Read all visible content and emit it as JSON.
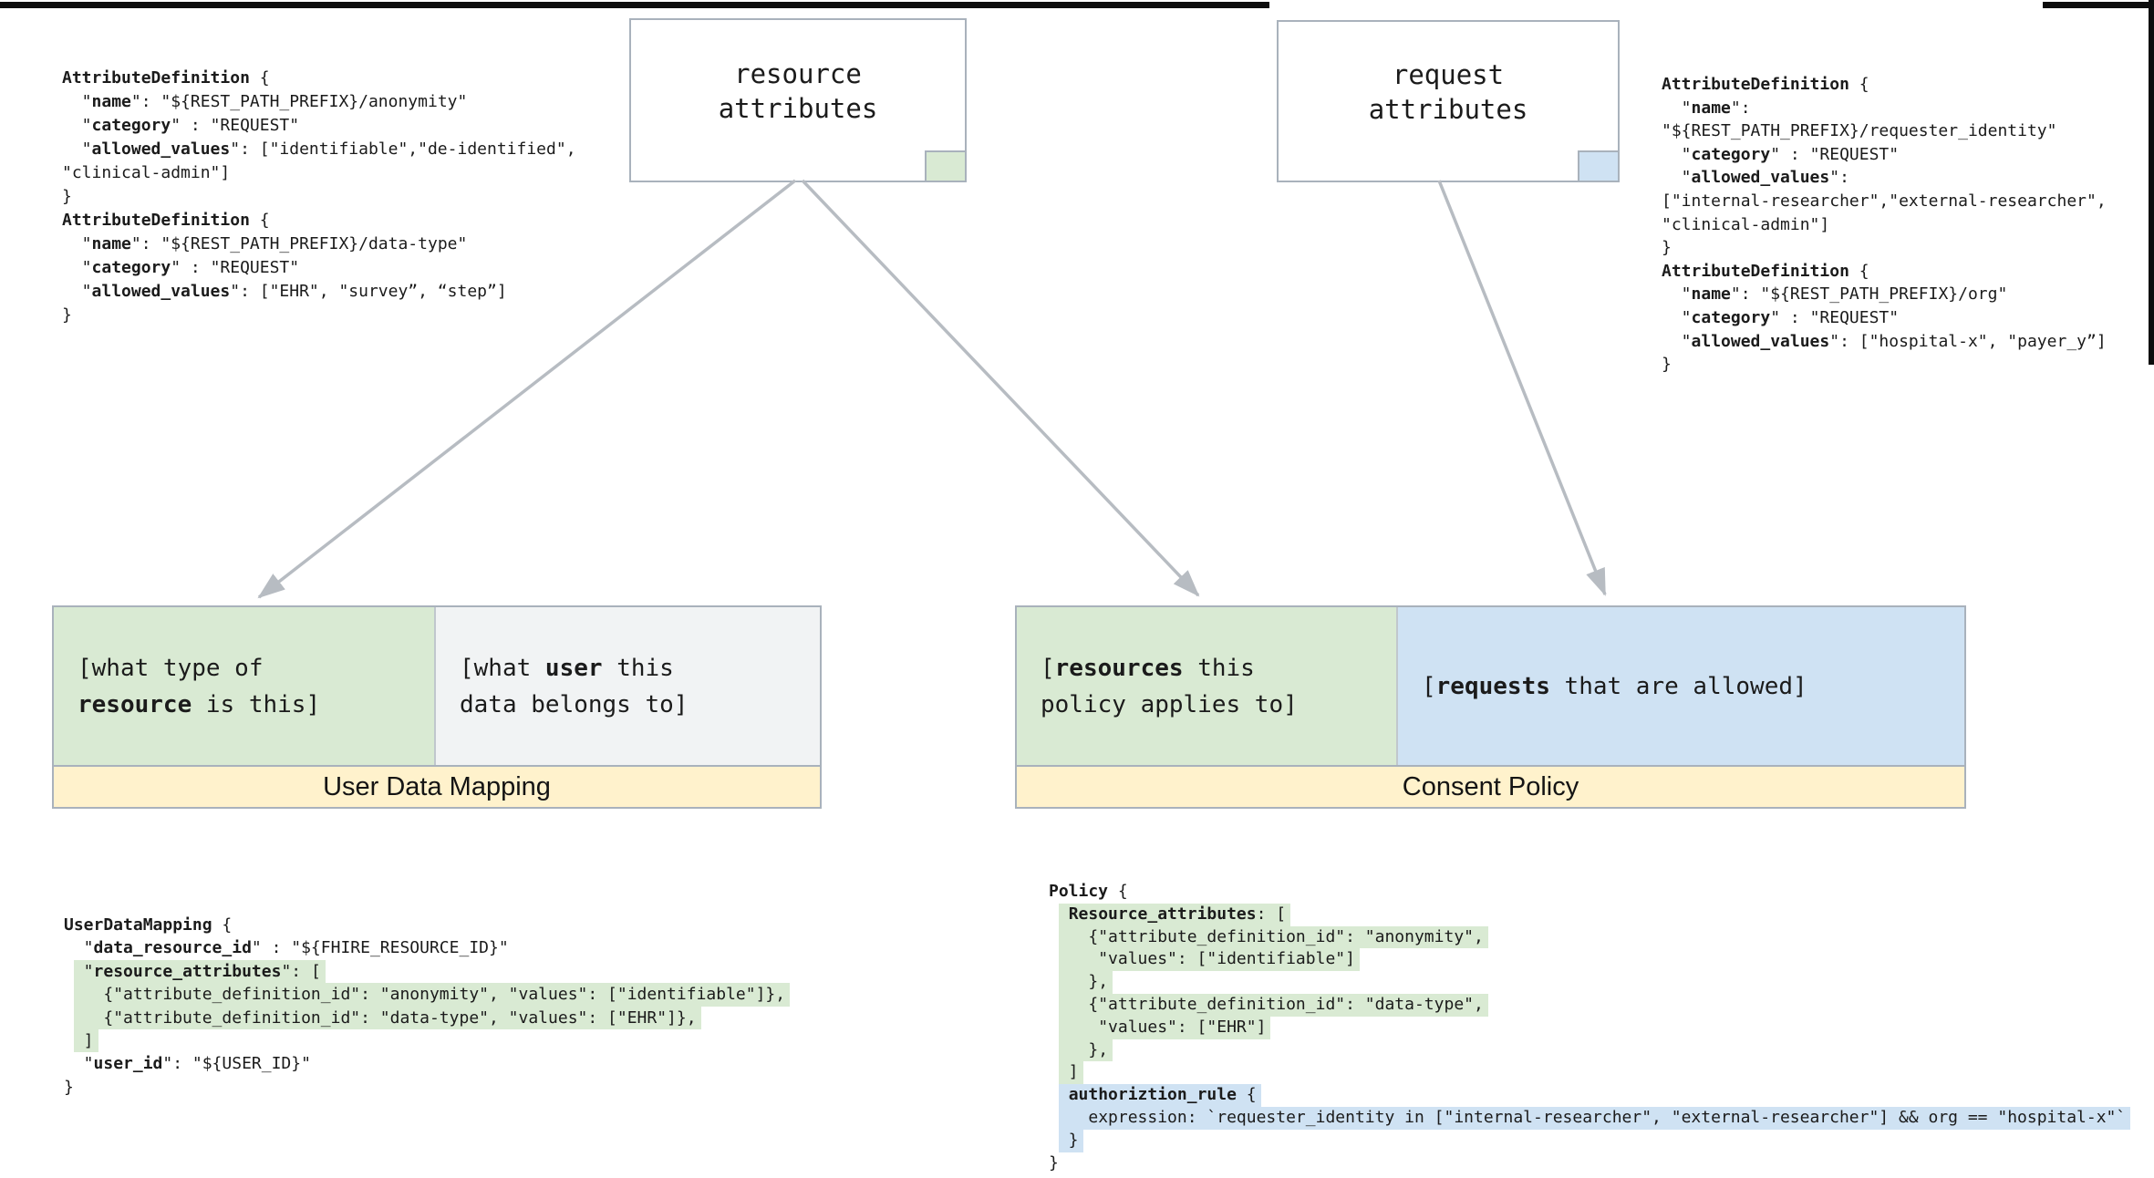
{
  "palette": {
    "green": "#d9ead3",
    "blue": "#cfe2f3",
    "cream": "#fff2cc",
    "cell_gray": "#f1f3f4",
    "border_gray": "#a9b2bc",
    "arrow_gray": "#b7bcc2"
  },
  "boxes": {
    "resource": {
      "line1": "resource",
      "line2": "attributes"
    },
    "request": {
      "line1": "request",
      "line2": "attributes"
    }
  },
  "user_data_mapping": {
    "title": "User Data Mapping",
    "green_cell": [
      {
        "segs": [
          "[what type of"
        ]
      },
      {
        "segs": [
          [
            "resource",
            1
          ],
          " is this]"
        ]
      }
    ],
    "white_cell": [
      {
        "segs": [
          "[what ",
          [
            "user",
            1
          ],
          " this"
        ]
      },
      {
        "segs": [
          "data belongs to]"
        ]
      }
    ]
  },
  "consent_policy": {
    "title": "Consent Policy",
    "green_cell": [
      {
        "segs": [
          "[",
          [
            "resources",
            1
          ],
          " this"
        ]
      },
      {
        "segs": [
          "policy applies to]"
        ]
      }
    ],
    "blue_cell": [
      {
        "segs": [
          "[",
          [
            "requests",
            1
          ],
          " that are allowed]"
        ]
      }
    ]
  },
  "code_blocks": {
    "attr_def_left": [
      {
        "segs": [
          [
            "AttributeDefinition",
            1
          ],
          " {"
        ]
      },
      {
        "segs": [
          "  \"",
          [
            "name",
            1
          ],
          "\": \"${REST_PATH_PREFIX}/anonymity\""
        ]
      },
      {
        "segs": [
          "  \"",
          [
            "category",
            1
          ],
          "\" : \"REQUEST\""
        ]
      },
      {
        "segs": [
          "  \"",
          [
            "allowed_values",
            1
          ],
          "\": [\"identifiable\",\"de-identified\","
        ]
      },
      {
        "segs": [
          "\"clinical-admin\"]"
        ]
      },
      {
        "segs": [
          "}"
        ]
      },
      {
        "segs": [
          [
            "AttributeDefinition",
            1
          ],
          " {"
        ]
      },
      {
        "segs": [
          "  \"",
          [
            "name",
            1
          ],
          "\": \"${REST_PATH_PREFIX}/data-type\""
        ]
      },
      {
        "segs": [
          "  \"",
          [
            "category",
            1
          ],
          "\" : \"REQUEST\""
        ]
      },
      {
        "segs": [
          "  \"",
          [
            "allowed_values",
            1
          ],
          "\": [\"EHR\", \"survey”, “step”]"
        ]
      },
      {
        "segs": [
          "}"
        ]
      }
    ],
    "attr_def_right": [
      {
        "segs": [
          [
            "AttributeDefinition",
            1
          ],
          " {"
        ]
      },
      {
        "segs": [
          "  \"",
          [
            "name",
            1
          ],
          "\":"
        ]
      },
      {
        "segs": [
          "\"${REST_PATH_PREFIX}/requester_identity\""
        ]
      },
      {
        "segs": [
          "  \"",
          [
            "category",
            1
          ],
          "\" : \"REQUEST\""
        ]
      },
      {
        "segs": [
          "  \"",
          [
            "allowed_values",
            1
          ],
          "\":"
        ]
      },
      {
        "segs": [
          "[\"internal-researcher\",\"external-researcher\","
        ]
      },
      {
        "segs": [
          "\"clinical-admin\"]"
        ]
      },
      {
        "segs": [
          "}"
        ]
      },
      {
        "segs": [
          [
            "AttributeDefinition",
            1
          ],
          " {"
        ]
      },
      {
        "segs": [
          "  \"",
          [
            "name",
            1
          ],
          "\": \"${REST_PATH_PREFIX}/org\""
        ]
      },
      {
        "segs": [
          "  \"",
          [
            "category",
            1
          ],
          "\" : \"REQUEST\""
        ]
      },
      {
        "segs": [
          "  \"",
          [
            "allowed_values",
            1
          ],
          "\": [\"hospital-x\", \"payer_y”]"
        ]
      },
      {
        "segs": [
          "}"
        ]
      }
    ],
    "user_data_mapping_json": [
      {
        "segs": [
          [
            "UserDataMapping",
            1
          ],
          " {"
        ]
      },
      {
        "segs": [
          "  \"",
          [
            "data_resource_id",
            1
          ],
          "\" : \"${FHIRE_RESOURCE_ID}\""
        ]
      },
      {
        "lead": " ",
        "hl": "green",
        "segs": [
          " \"",
          [
            "resource_attributes",
            1
          ],
          "\": ["
        ]
      },
      {
        "lead": " ",
        "hl": "green",
        "segs": [
          "   {\"attribute_definition_id\": \"anonymity\", \"values\": [\"identifiable\"]},"
        ]
      },
      {
        "lead": " ",
        "hl": "green",
        "segs": [
          "   {\"attribute_definition_id\": \"data-type\", \"values\": [\"EHR\"]},"
        ]
      },
      {
        "lead": " ",
        "hl": "green",
        "segs": [
          " ]"
        ]
      },
      {
        "segs": [
          "  \"",
          [
            "user_id",
            1
          ],
          "\": \"${USER_ID}\""
        ]
      },
      {
        "segs": [
          "}"
        ]
      }
    ],
    "policy_json": [
      {
        "segs": [
          [
            "Policy",
            1
          ],
          " {"
        ]
      },
      {
        "lead": " ",
        "hl": "green",
        "segs": [
          " ",
          [
            "Resource_attributes",
            1
          ],
          ": ["
        ]
      },
      {
        "lead": " ",
        "hl": "green",
        "segs": [
          "   {\"attribute_definition_id\": \"anonymity\","
        ]
      },
      {
        "lead": " ",
        "hl": "green",
        "segs": [
          "    \"values\": [\"identifiable\"]"
        ]
      },
      {
        "lead": " ",
        "hl": "green",
        "segs": [
          "   },"
        ]
      },
      {
        "lead": " ",
        "hl": "green",
        "segs": [
          "   {\"attribute_definition_id\": \"data-type\","
        ]
      },
      {
        "lead": " ",
        "hl": "green",
        "segs": [
          "    \"values\": [\"EHR\"]"
        ]
      },
      {
        "lead": " ",
        "hl": "green",
        "segs": [
          "   },"
        ]
      },
      {
        "lead": " ",
        "hl": "green",
        "segs": [
          " ]"
        ]
      },
      {
        "lead": " ",
        "hl": "blue",
        "segs": [
          " ",
          [
            "authoriztion_rule",
            1
          ],
          " {"
        ]
      },
      {
        "lead": " ",
        "hl": "blue",
        "segs": [
          "   expression: `requester_identity in [\"internal-researcher\", \"external-researcher\"] && org == \"hospital-x\"`"
        ]
      },
      {
        "lead": " ",
        "hl": "blue",
        "segs": [
          " }"
        ]
      },
      {
        "segs": [
          "}"
        ]
      }
    ]
  }
}
